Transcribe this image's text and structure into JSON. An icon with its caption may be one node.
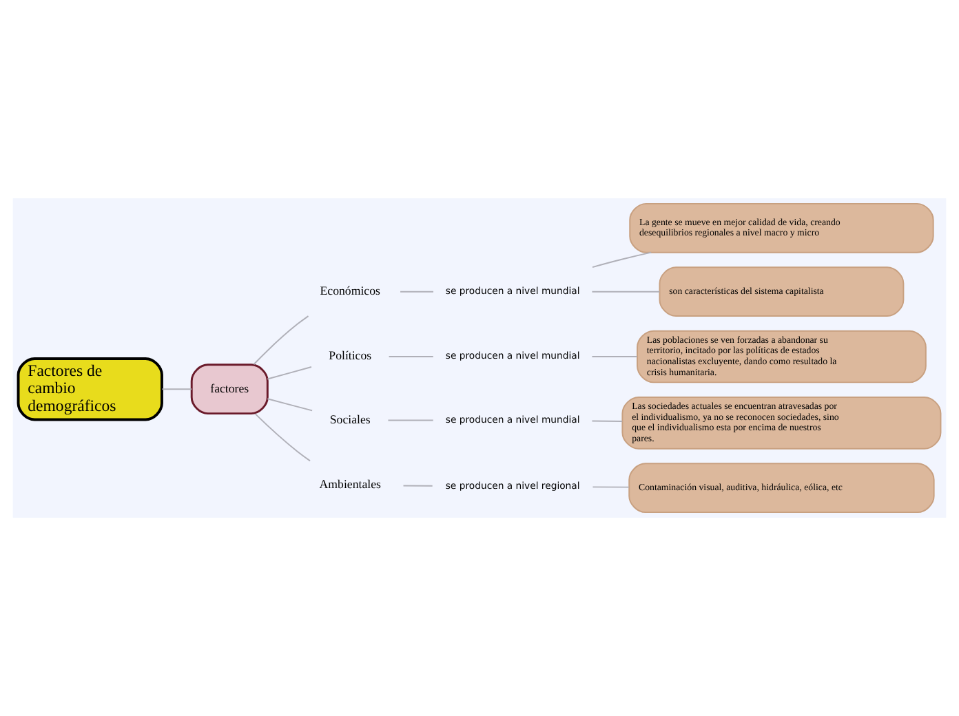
{
  "diagram": {
    "nodes": [
      {
        "text": [
          "Factores de cambio demográficos"
        ]
      },
      {
        "text": [
          "factores"
        ]
      },
      {
        "text": [
          "Económicos"
        ]
      },
      {
        "text": [
          "se producen a nivel mundial"
        ]
      },
      {
        "text": [
          "La gente se mueve en mejor calidad de vida, creando desequilibrios regionales a nivel macro y micro"
        ]
      },
      {
        "text": [
          "son características del sistema capitalista"
        ]
      },
      {
        "text": [
          "Políticos"
        ]
      },
      {
        "text": [
          "se producen a nivel mundial"
        ]
      },
      {
        "text": [
          "Las poblaciones se ven forzadas a abandonar su territorio, incitado por las políticas de estados nacionalistas excluyente, dando como resultado la crisis humanitaria."
        ]
      },
      {
        "text": [
          "Sociales"
        ]
      },
      {
        "text": [
          "se producen a nivel mundial"
        ]
      },
      {
        "text": [
          "Las sociedades actuales se encuentran atravesadas por el individualismo, ya no se reconocen sociedades, sino que el individualismo esta por encima de nuestros pares."
        ]
      },
      {
        "text": [
          "Ambientales"
        ]
      },
      {
        "text": [
          "se producen a nivel regional"
        ]
      },
      {
        "text": [
          "Contaminación visual, auditiva, hidráulica, eólica, etc"
        ]
      }
    ],
    "edges": [
      {
        "from": 0,
        "to": 1,
        "arrow": "none"
      },
      {
        "from": 1,
        "to": 2,
        "arrow": "none"
      },
      {
        "from": 2,
        "to": 3,
        "arrow": "none"
      },
      {
        "from": 3,
        "to": 4,
        "arrow": "none"
      },
      {
        "from": 3,
        "to": 5,
        "arrow": "none"
      },
      {
        "from": 1,
        "to": 6,
        "arrow": "none"
      },
      {
        "from": 6,
        "to": 7,
        "arrow": "none"
      },
      {
        "from": 7,
        "to": 8,
        "arrow": "none"
      },
      {
        "from": 1,
        "to": 9,
        "arrow": "none"
      },
      {
        "from": 9,
        "to": 10,
        "arrow": "none"
      },
      {
        "from": 10,
        "to": 11,
        "arrow": "none"
      },
      {
        "from": 1,
        "to": 12,
        "arrow": "none"
      },
      {
        "from": 12,
        "to": 13,
        "arrow": "none"
      },
      {
        "from": 13,
        "to": 14,
        "arrow": "none"
      }
    ]
  }
}
